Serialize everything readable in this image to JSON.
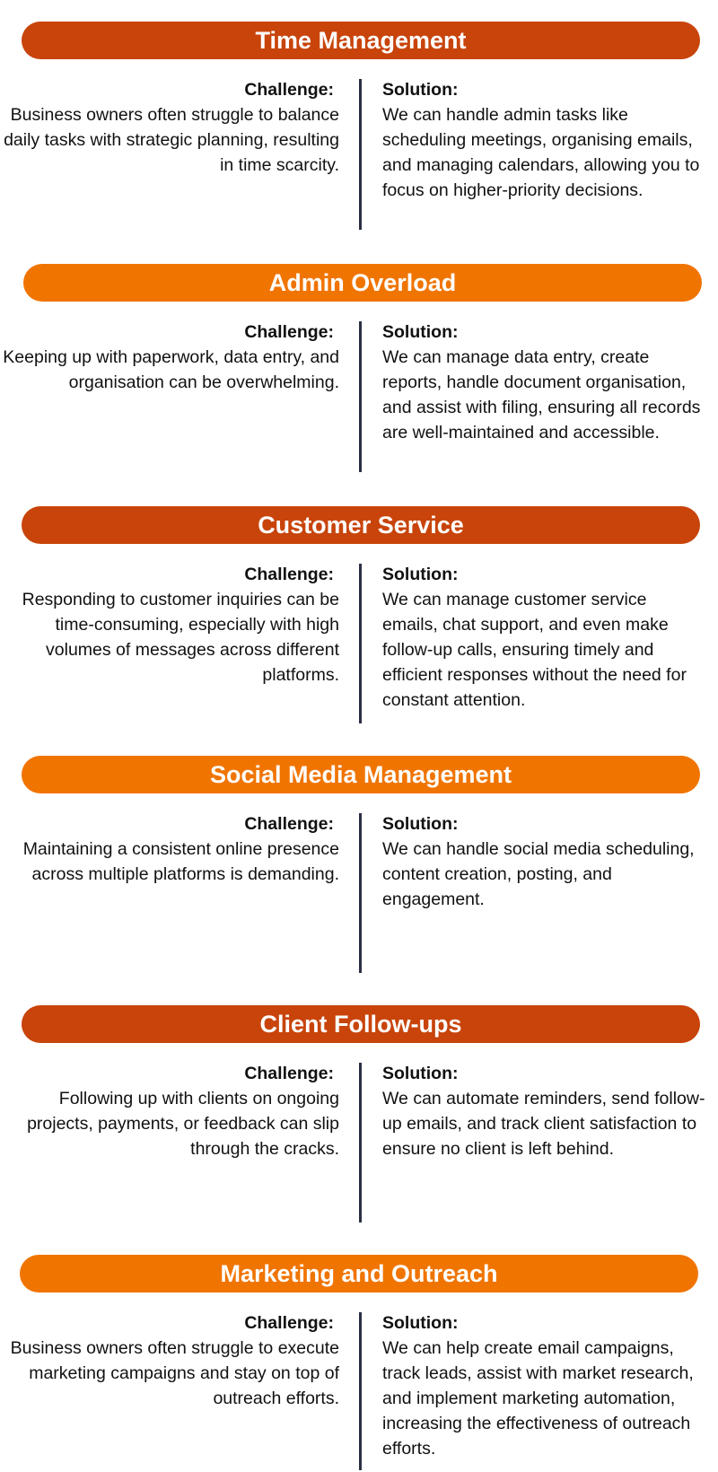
{
  "colors": {
    "dark_orange": "#c8440a",
    "orange": "#f07400",
    "divider": "#2a2f45"
  },
  "labels": {
    "challenge": "Challenge:",
    "solution": "Solution:"
  },
  "sections": [
    {
      "title": "Time Management",
      "color": "dark_orange",
      "challenge": "Business owners often struggle to balance daily tasks with strategic planning, resulting in time scarcity.",
      "solution": "We can handle admin tasks like scheduling meetings, organising emails, and managing calendars, allowing you to focus on higher-priority decisions."
    },
    {
      "title": "Admin Overload",
      "color": "orange",
      "challenge": "Keeping up with paperwork, data entry, and organisation can be overwhelming.",
      "solution": "We can manage data entry, create reports, handle document organisation, and assist with filing, ensuring all records are well-maintained and accessible."
    },
    {
      "title": "Customer Service",
      "color": "dark_orange",
      "challenge": "Responding to customer inquiries can be time-consuming, especially with high volumes of messages across different platforms.",
      "solution": "We can manage customer service emails, chat support, and even make follow-up calls, ensuring timely and efficient responses without the need for constant attention."
    },
    {
      "title": "Social Media Management",
      "color": "orange",
      "challenge": "Maintaining a consistent online presence across multiple platforms is demanding.",
      "solution": "We can handle social media scheduling, content creation, posting, and engagement."
    },
    {
      "title": "Client Follow-ups",
      "color": "dark_orange",
      "challenge": "Following up with clients on ongoing projects, payments, or feedback can slip through the cracks.",
      "solution": "We can automate reminders, send follow-up emails, and track client satisfaction to ensure no client is left behind."
    },
    {
      "title": "Marketing and Outreach",
      "color": "orange",
      "challenge": "Business owners often struggle to execute marketing campaigns and stay on top of outreach efforts.",
      "solution": "We can help create email campaigns, track leads, assist with market research, and implement marketing automation, increasing the effectiveness of outreach efforts."
    }
  ]
}
